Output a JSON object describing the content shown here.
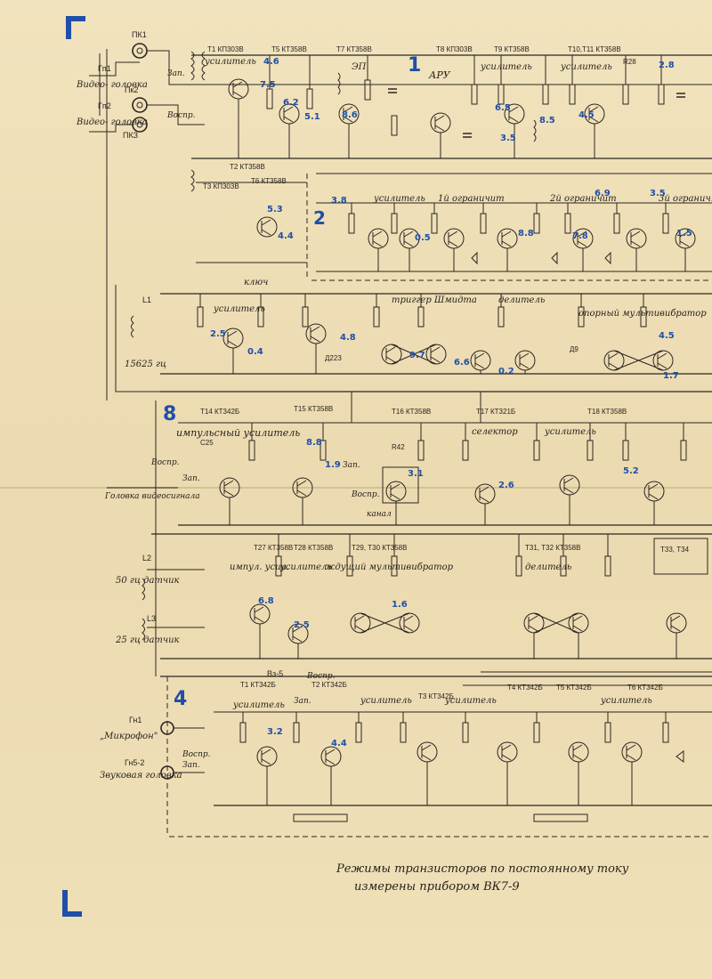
{
  "sections": {
    "n1": {
      "number": "1",
      "title": "АРУ"
    },
    "n2": {
      "number": "2"
    },
    "n4": {
      "number": "4"
    },
    "n8": {
      "number": "8",
      "title": "импульсный усилитель"
    }
  },
  "labels": {
    "video_head_1": "Видео- головка",
    "video_head_2": "Видео- головка",
    "head_video_signal": "Головка видеосигнала",
    "sensor_50": "50 гц датчик",
    "sensor_25": "25 гц датчик",
    "microphone": "„Микрофон\"",
    "sound_head": "Звуковая головка",
    "freq_15625": "15625 гц",
    "amp": "усилитель",
    "ep": "ЭП",
    "limiter1": "1й ограничит",
    "limiter2": "2й ограничит",
    "limiter3": "3й огранич.",
    "schmitt": "триггер Шмидта",
    "divider": "делитель",
    "ref_mv": "опорный мультивибратор",
    "ждущий": "ждущий мультивибратор",
    "impulse_amp": "импул. усил.",
    "selector": "селектор",
    "key": "ключ",
    "record": "Зап.",
    "playback": "Воспр.",
    "canvas": "канал",
    "ref_prefix": "Вз-5"
  },
  "components": {
    "pk1": "ПК1",
    "pk2": "Пк2",
    "pk3": "ПКЗ",
    "gp1": "Гп1",
    "gp2": "Гп2",
    "gn1": "Гн1",
    "gn2": "Гн5-2",
    "t1": "Т1 КП303В",
    "t5": "Т5 КТ358В",
    "t7": "Т7 КТ358В",
    "t8": "Т8 КП303В",
    "t9": "Т9 КТ358В",
    "t10": "Т10,Т11 КТ358В",
    "t2": "Т2 КТ358В",
    "t3": "Т3 КП303В",
    "t6": "Т6 КТ358В",
    "t14": "Т14 КТ342Б",
    "t15": "Т15 КТ358В",
    "t16": "Т16 КТ358В",
    "t17": "Т17 КТ321Б",
    "t18": "Т18 КТ358В",
    "t27": "Т27 КТ358В",
    "t28": "Т28 КТ358В",
    "t29": "Т29, Т30 КТ358В",
    "t31": "Т31, Т32 КТ358В",
    "t33": "Т33, Т34",
    "tt1": "Т1 КТ342Б",
    "tt2": "Т2 КТ342Б",
    "tt3": "Т3 КТ342Б",
    "tt4": "Т4 КТ342Б",
    "tt5": "Т5 КТ342Б",
    "tt6": "Т6 КТ342Б",
    "l1": "L1",
    "l2": "L2",
    "l3": "L3",
    "c25": "C25",
    "r28": "R28",
    "r42": "R42",
    "d1": "Д9",
    "d2": "Д223"
  },
  "measurements": [
    "4.6",
    "7.5",
    "6.2",
    "5.1",
    "8.6",
    "6.5",
    "8.5",
    "4.5",
    "2.8",
    "3.5",
    "5.3",
    "4.4",
    "3.8",
    "0.5",
    "8.8",
    "7.8",
    "6.9",
    "3.5",
    "1.5",
    "2.5",
    "0.4",
    "4.8",
    "9.7",
    "6.6",
    "0.2",
    "4.5",
    "1.7",
    "8.8",
    "1.9",
    "3.1",
    "2.6",
    "5.2",
    "6.8",
    "2.5",
    "1.6",
    "3.2",
    "4.4"
  ],
  "footer": {
    "line1": "Режимы транзисторов по постоянному току",
    "line2": "измерены прибором ВК7-9"
  }
}
